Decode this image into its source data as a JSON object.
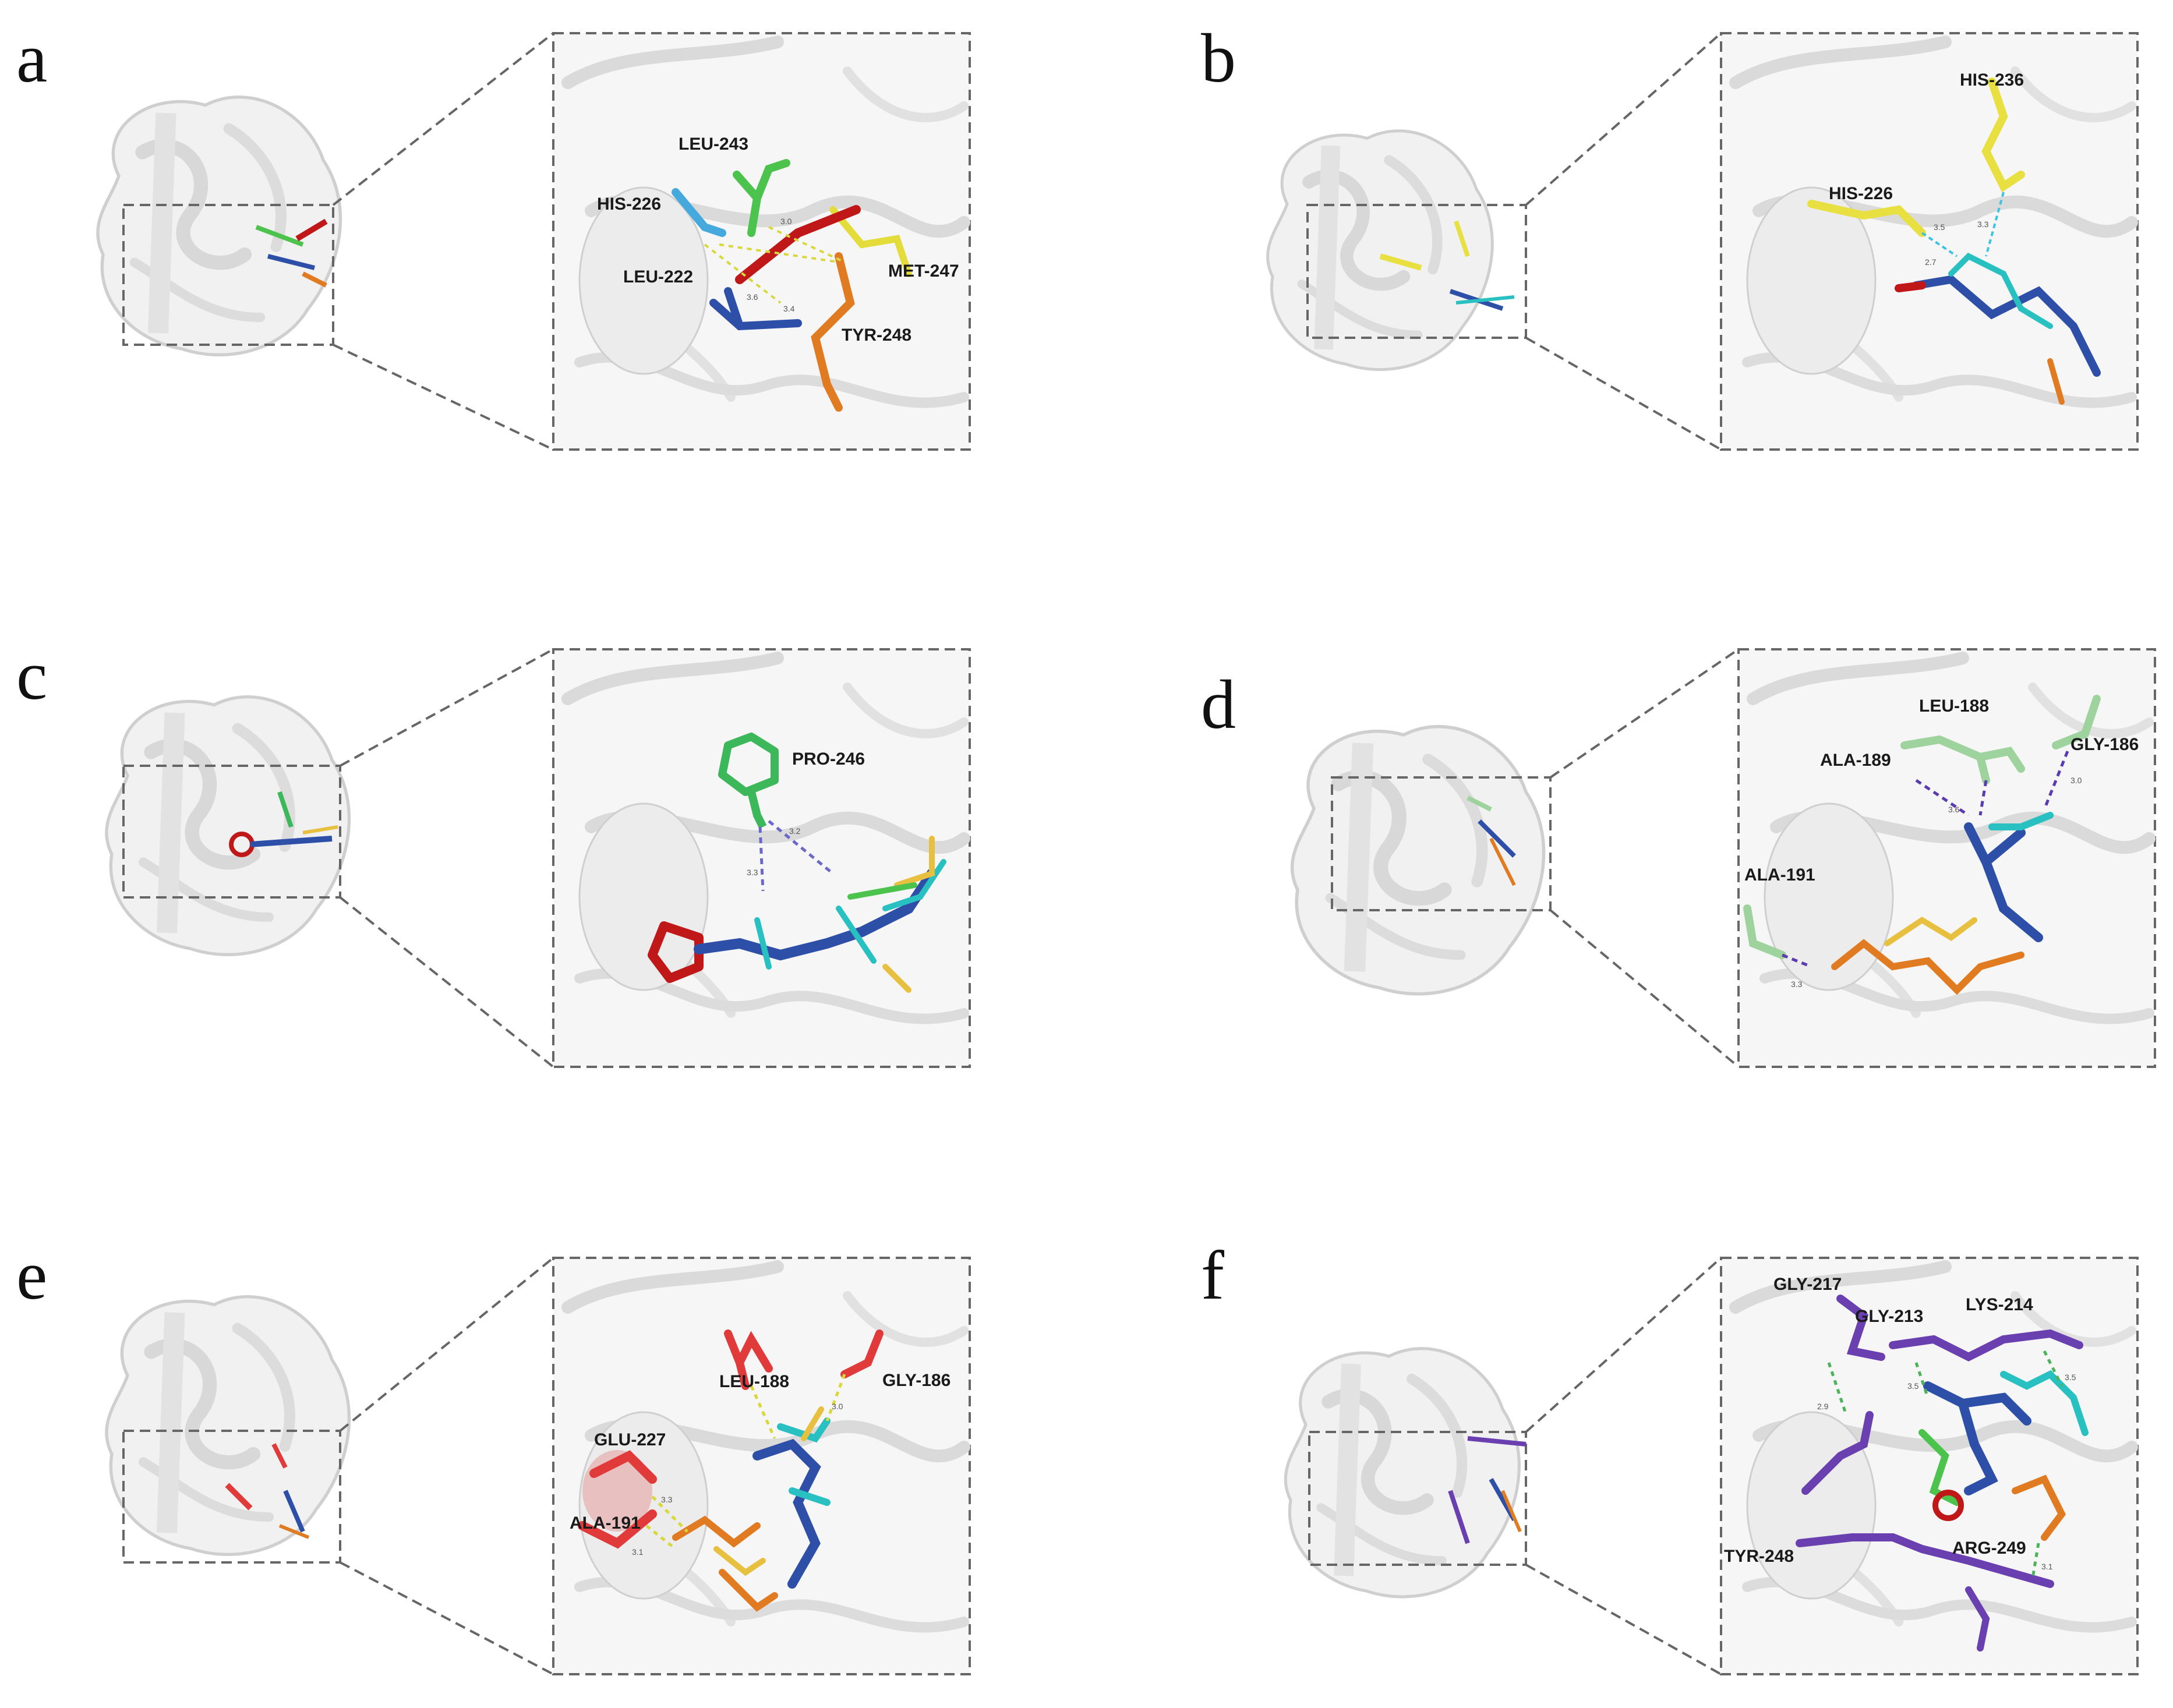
{
  "panels": [
    {
      "letter": "a",
      "color": "#4caf50",
      "residues": [
        {
          "label": "LEU-243",
          "color": "#4cc34c"
        },
        {
          "label": "HIS-226",
          "color": "#45a9dd"
        },
        {
          "label": "LEU-222",
          "color": "#2e4fa8"
        },
        {
          "label": "MET-247",
          "color": "#e3dc3a"
        },
        {
          "label": "TYR-248",
          "color": "#e07b22"
        }
      ],
      "distances": [
        "3.0",
        "3.6",
        "3.4"
      ]
    },
    {
      "letter": "b",
      "residues": [
        {
          "label": "HIS-236",
          "color": "#e8e040"
        },
        {
          "label": "HIS-226",
          "color": "#e8e040"
        }
      ],
      "distances": [
        "3.5",
        "3.3",
        "2.7"
      ]
    },
    {
      "letter": "c",
      "residues": [
        {
          "label": "PRO-246",
          "color": "#3cb85a"
        }
      ],
      "distances": [
        "3.2",
        "3.3"
      ]
    },
    {
      "letter": "d",
      "residues": [
        {
          "label": "LEU-188",
          "color": "#9ed39e"
        },
        {
          "label": "ALA-189",
          "color": "#9ed39e"
        },
        {
          "label": "GLY-186",
          "color": "#9ed39e"
        },
        {
          "label": "ALA-191",
          "color": "#9ed39e"
        }
      ],
      "distances": [
        "3.6",
        "3.0",
        "3.3"
      ]
    },
    {
      "letter": "e",
      "residues": [
        {
          "label": "LEU-188",
          "color": "#e03a3a"
        },
        {
          "label": "GLY-186",
          "color": "#e03a3a"
        },
        {
          "label": "GLU-227",
          "color": "#e03a3a"
        },
        {
          "label": "ALA-191",
          "color": "#e03a3a"
        }
      ],
      "distances": [
        "3.0",
        "3.1",
        "3.3"
      ]
    },
    {
      "letter": "f",
      "residues": [
        {
          "label": "GLY-217",
          "color": "#6a3fb0"
        },
        {
          "label": "GLY-213",
          "color": "#6a3fb0"
        },
        {
          "label": "LYS-214",
          "color": "#6a3fb0"
        },
        {
          "label": "TYR-248",
          "color": "#6a3fb0"
        },
        {
          "label": "ARG-249",
          "color": "#6a3fb0"
        }
      ],
      "distances": [
        "2.9",
        "3.5",
        "3.5",
        "3.1"
      ]
    }
  ]
}
